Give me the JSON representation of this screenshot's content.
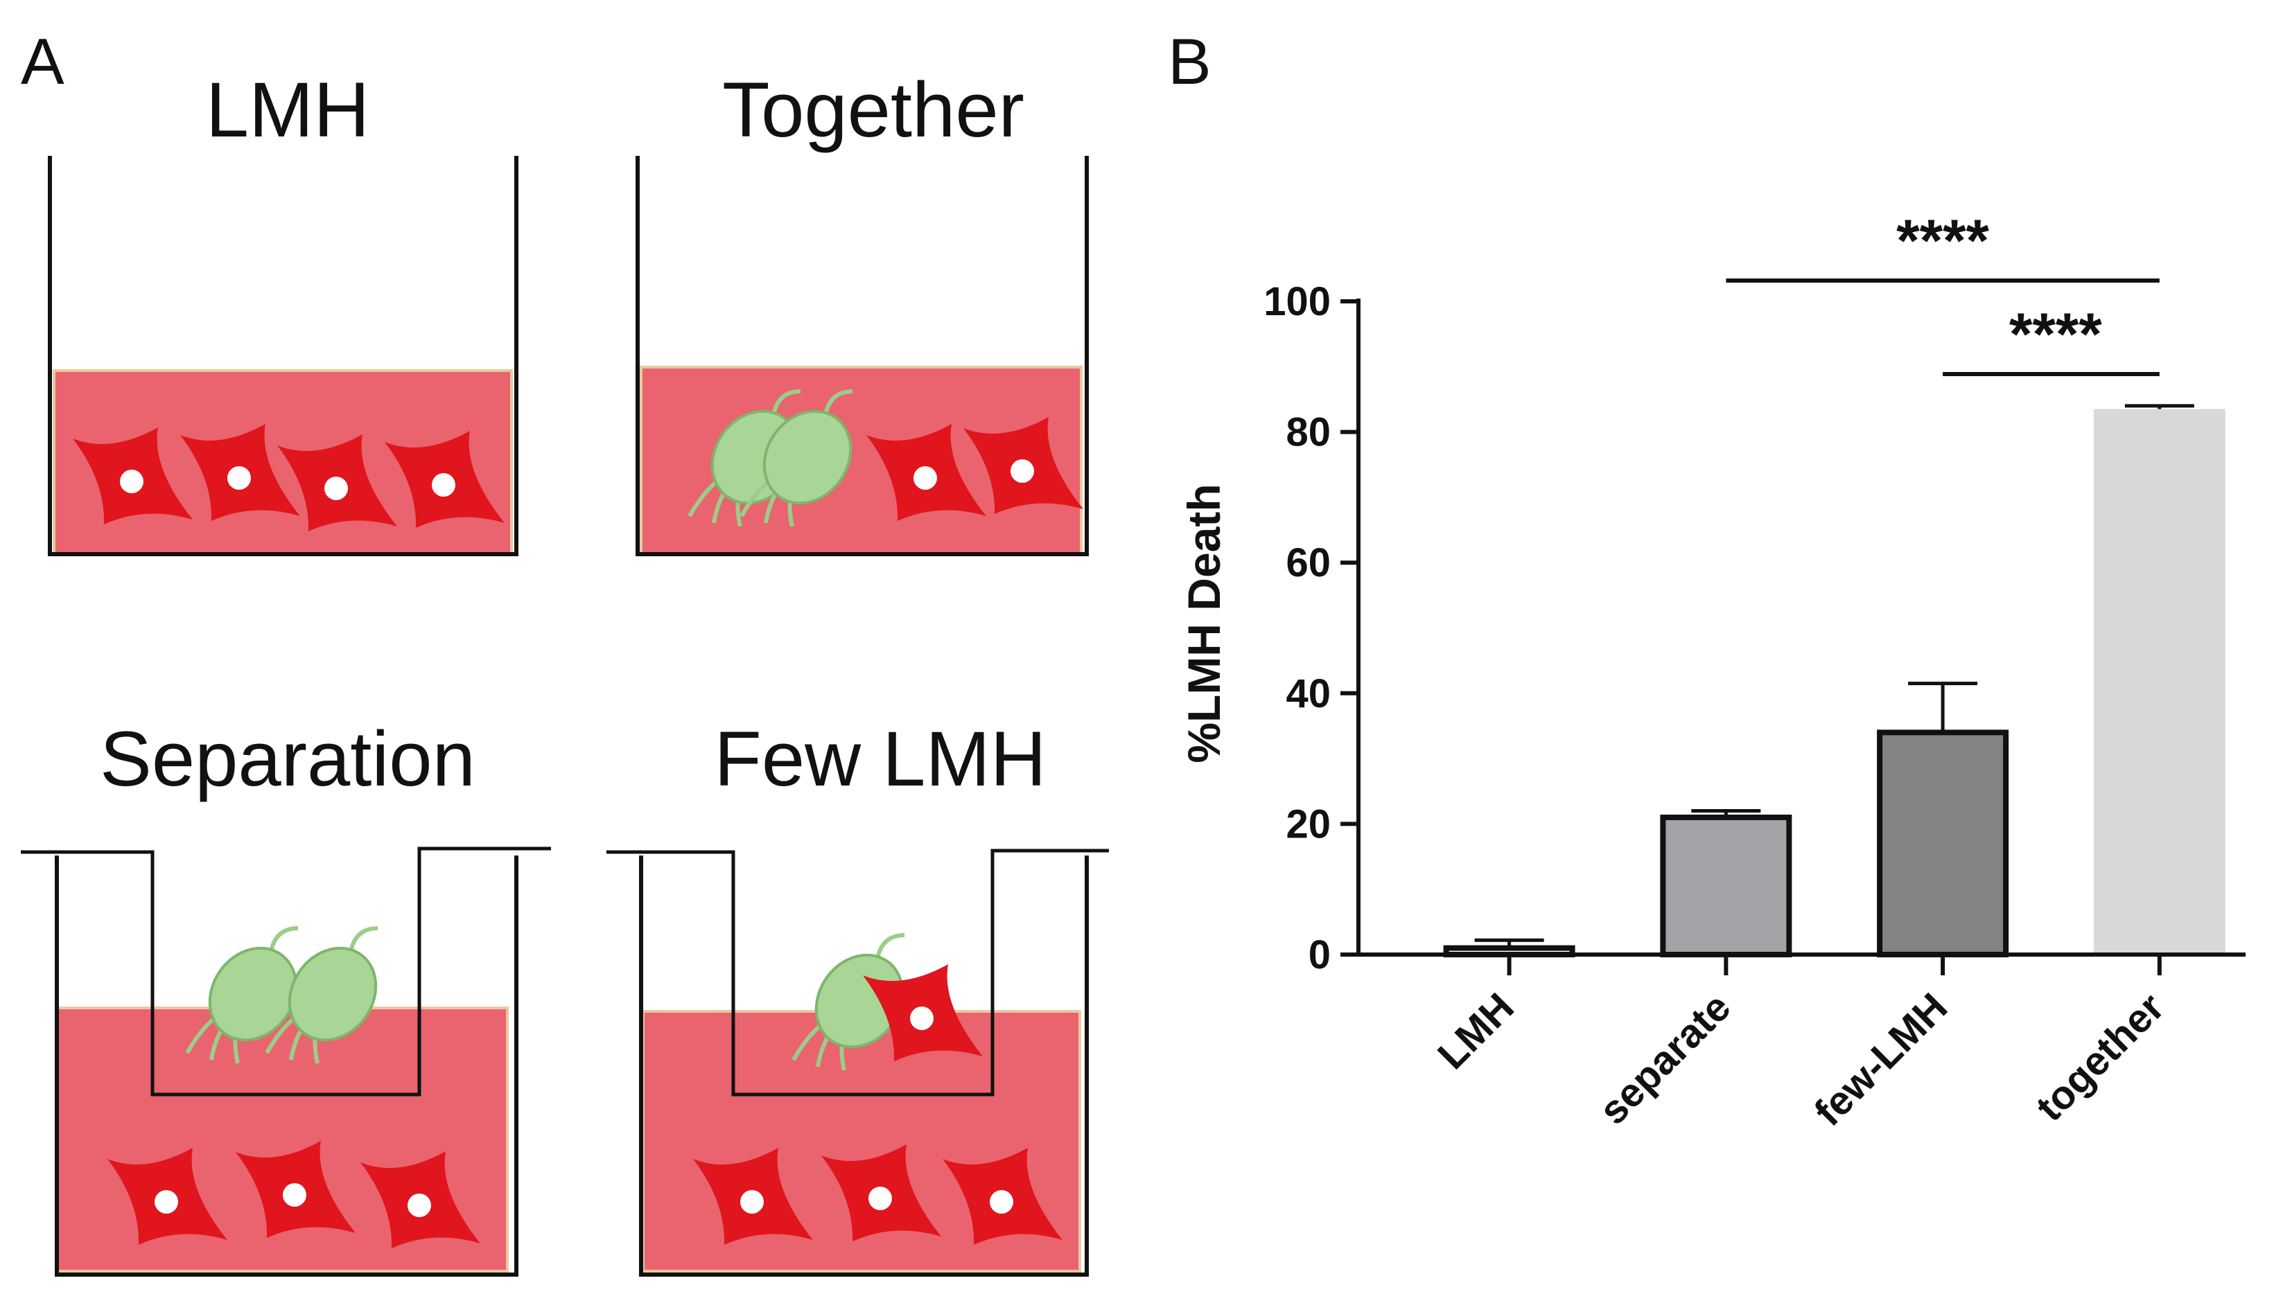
{
  "panel_a": {
    "letter": "A",
    "wells": [
      {
        "title": "LMH"
      },
      {
        "title": "Together"
      },
      {
        "title": "Separation"
      },
      {
        "title": "Few LMH"
      }
    ]
  },
  "panel_b": {
    "letter": "B"
  },
  "colors": {
    "medium": "#e9646e",
    "cell": "#e0151d",
    "organism": "#a9d596",
    "bar_separate": "#a4a4a8",
    "bar_fewlmh": "#838383",
    "bar_together": "#d8d8d8"
  },
  "chart_data": {
    "type": "bar",
    "categories": [
      "LMH",
      "separate",
      "few-LMH",
      "together"
    ],
    "values": [
      1,
      21,
      34,
      83.5
    ],
    "errors": [
      1.2,
      1.0,
      7.5,
      0.5
    ],
    "ylabel": "%LMH Death",
    "ylim": [
      0,
      100
    ],
    "yticks": [
      0,
      20,
      40,
      60,
      80,
      100
    ],
    "significance": [
      {
        "from": "separate",
        "to": "together",
        "label": "****"
      },
      {
        "from": "few-LMH",
        "to": "together",
        "label": "****"
      }
    ]
  }
}
